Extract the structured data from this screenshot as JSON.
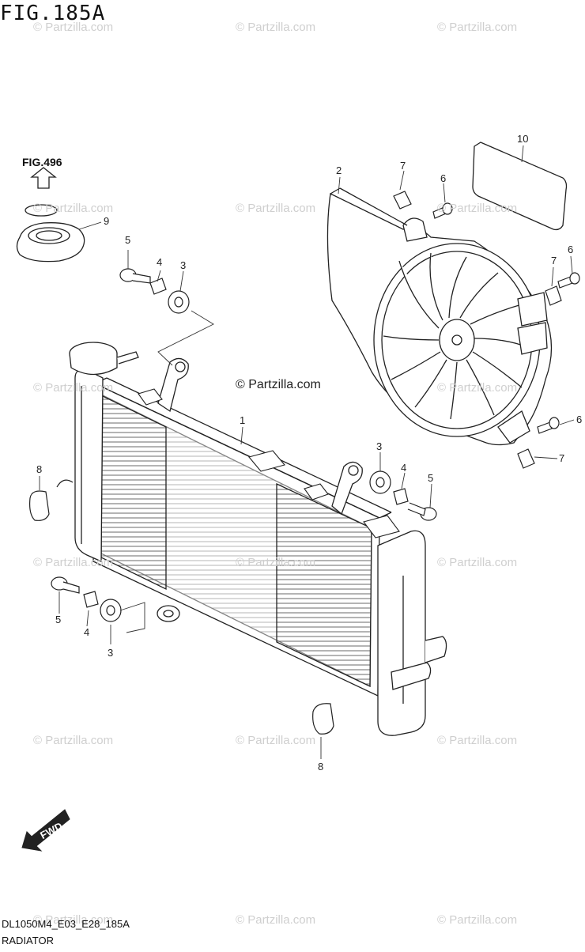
{
  "title": "FIG.185A",
  "figure_ref": "FIG.496",
  "watermark": "© Partzilla.com",
  "watermark_center": "© Partzilla.com",
  "direction_label": "FWD",
  "drawing_code": "DL1050M4_E03_E28_185A",
  "caption": "RADIATOR",
  "callouts": [
    {
      "id": "c1",
      "text": "1"
    },
    {
      "id": "c2",
      "text": "2"
    },
    {
      "id": "c3a",
      "text": "3"
    },
    {
      "id": "c3b",
      "text": "3"
    },
    {
      "id": "c3c",
      "text": "3"
    },
    {
      "id": "c4a",
      "text": "4"
    },
    {
      "id": "c4b",
      "text": "4"
    },
    {
      "id": "c4c",
      "text": "4"
    },
    {
      "id": "c5a",
      "text": "5"
    },
    {
      "id": "c5b",
      "text": "5"
    },
    {
      "id": "c5c",
      "text": "5"
    },
    {
      "id": "c6a",
      "text": "6"
    },
    {
      "id": "c6b",
      "text": "6"
    },
    {
      "id": "c6c",
      "text": "6"
    },
    {
      "id": "c7a",
      "text": "7"
    },
    {
      "id": "c7b",
      "text": "7"
    },
    {
      "id": "c7c",
      "text": "7"
    },
    {
      "id": "c8a",
      "text": "8"
    },
    {
      "id": "c8b",
      "text": "8"
    },
    {
      "id": "c9",
      "text": "9"
    },
    {
      "id": "c10",
      "text": "10"
    }
  ]
}
